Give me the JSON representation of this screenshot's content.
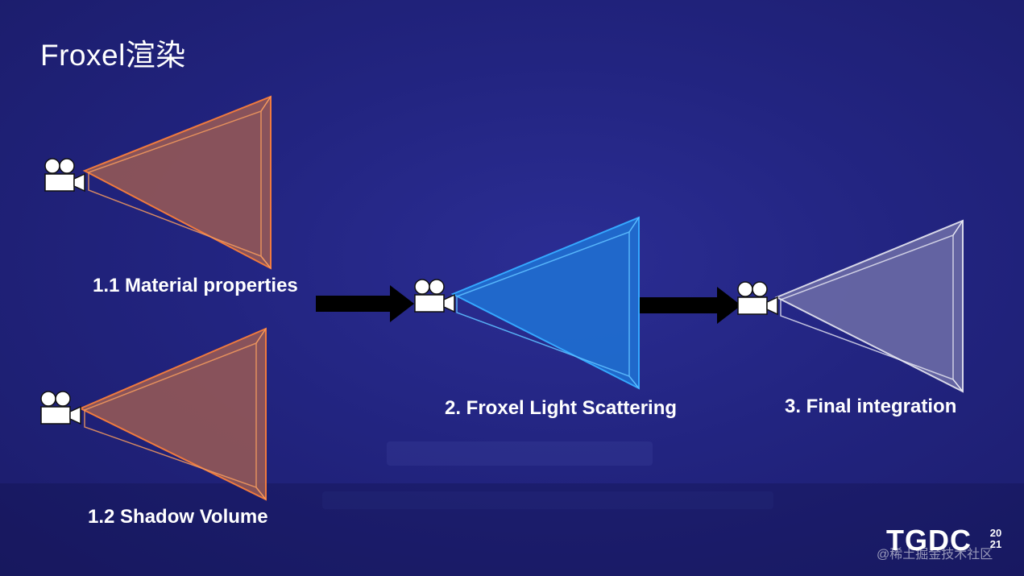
{
  "slide": {
    "title": "Froxel渲染"
  },
  "steps": [
    {
      "id": "material",
      "label": "1.1 Material properties",
      "color": "#f07a3e",
      "fill": "#9a5a55"
    },
    {
      "id": "shadow",
      "label": "1.2 Shadow Volume",
      "color": "#f07a3e",
      "fill": "#9a5a55"
    },
    {
      "id": "scattering",
      "label": "2. Froxel Light Scattering",
      "color": "#35a8ff",
      "fill": "#1f6fd2"
    },
    {
      "id": "integration",
      "label": "3. Final integration",
      "color": "#d8d8e8",
      "fill": "#6e6fa8"
    }
  ],
  "icons": {
    "camera": "video-camera-icon",
    "arrow": "arrow-right-icon"
  },
  "branding": {
    "logo_text": "TGDC",
    "logo_year": "20\n21",
    "watermark": "@稀土掘金技术社区"
  }
}
